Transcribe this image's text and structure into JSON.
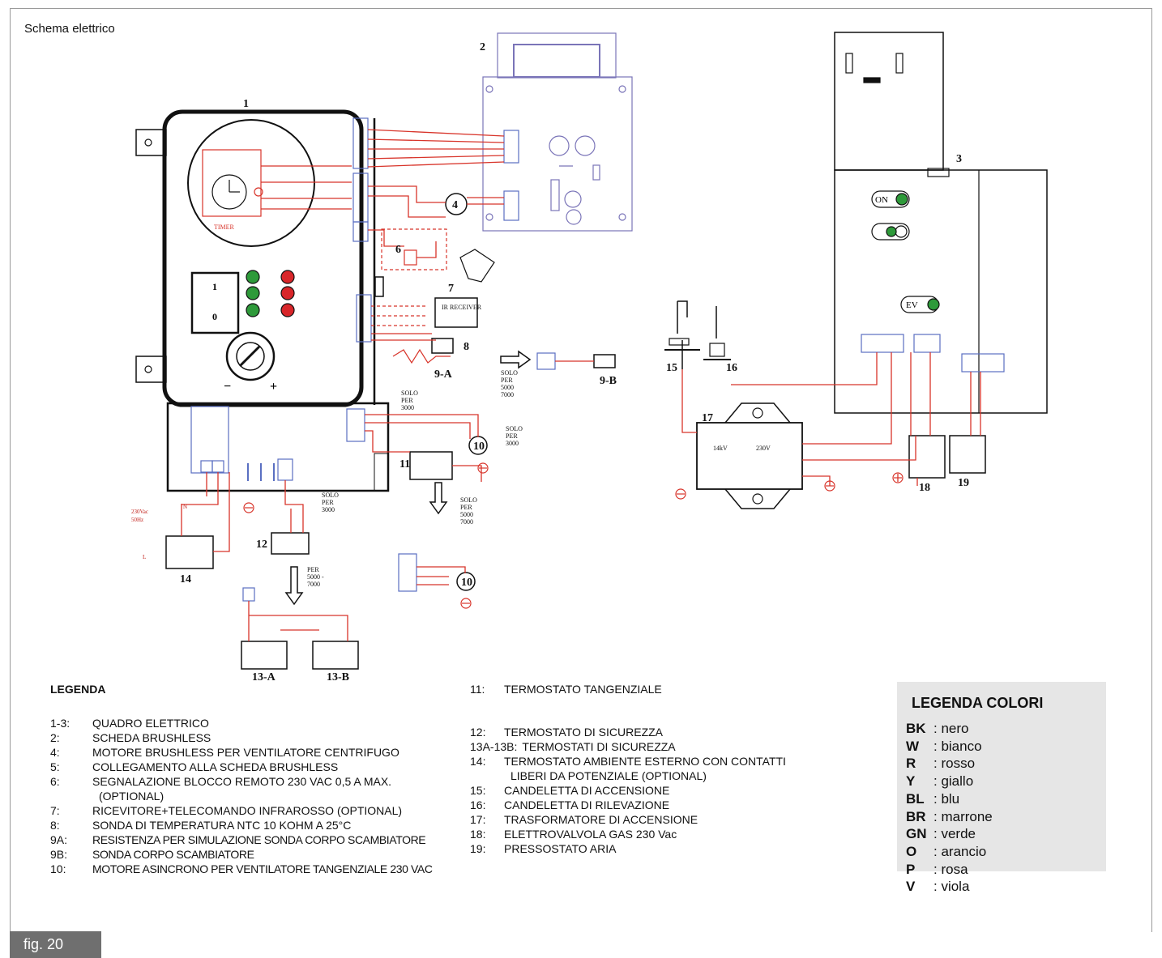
{
  "title": "Schema elettrico",
  "figure_tab": "fig. 20",
  "diagram_labels": {
    "n1": "1",
    "n2": "2",
    "n3": "3",
    "n4": "4",
    "n6": "6",
    "n7": "7",
    "n8": "8",
    "n9a": "9-A",
    "n9b": "9-B",
    "n10a": "10",
    "n10b": "10",
    "n11": "11",
    "n12": "12",
    "n13a": "13-A",
    "n13b": "13-B",
    "n14": "14",
    "n15": "15",
    "n16": "16",
    "n17": "17",
    "n18": "18",
    "n19": "19",
    "timer": "TIMER",
    "receiver": "IR RECEIVER",
    "on_label": "ON",
    "ev_label": "EV",
    "one": "1",
    "zero": "0",
    "minus": "−",
    "plus": "+",
    "mains": "230Vac",
    "mains_hz": "50Hz",
    "n_wire": "N",
    "l_wire": "L",
    "tr_140v": "14kV",
    "tr_230v": "230V",
    "solo_per_3000_a": [
      "SOLO",
      "PER",
      "3000"
    ],
    "solo_per_3000_b": [
      "SOLO",
      "PER",
      "3000"
    ],
    "solo_per_3000_c": [
      "SOLO",
      "PER",
      "3000"
    ],
    "solo_per_5000_7000_a": [
      "SOLO",
      "PER",
      "5000",
      "7000"
    ],
    "solo_per_5000_7000_b": [
      "SOLO",
      "PER",
      "5000",
      "7000"
    ],
    "per_5000_7000": [
      "PER",
      "5000 -",
      "7000"
    ]
  },
  "legend": {
    "heading": "LEGENDA",
    "items": [
      {
        "code": "1-3:",
        "text": "QUADRO ELETTRICO"
      },
      {
        "code": "2:",
        "text": "SCHEDA BRUSHLESS"
      },
      {
        "code": "4:",
        "text": "MOTORE BRUSHLESS PER VENTILATORE CENTRIFUGO"
      },
      {
        "code": "5:",
        "text": "COLLEGAMENTO ALLA SCHEDA BRUSHLESS"
      },
      {
        "code": "6:",
        "text": "SEGNALAZIONE BLOCCO REMOTO 230 VAC 0,5 A MAX."
      },
      {
        "code": "",
        "text": "(OPTIONAL)"
      },
      {
        "code": "7:",
        "text": "RICEVITORE+TELECOMANDO INFRAROSSO (OPTIONAL)"
      },
      {
        "code": "8:",
        "text": "SONDA DI TEMPERATURA NTC 10 KOHM A 25°C"
      },
      {
        "code": "9A:",
        "text": "RESISTENZA PER SIMULAZIONE SONDA CORPO SCAMBIATORE"
      },
      {
        "code": "9B:",
        "text": "SONDA CORPO SCAMBIATORE"
      },
      {
        "code": "10:",
        "text": "MOTORE ASINCRONO PER VENTILATORE TANGENZIALE 230 VAC"
      }
    ]
  },
  "legend2": {
    "items_top": [
      {
        "code": "11:",
        "text": "TERMOSTATO TANGENZIALE"
      }
    ],
    "items": [
      {
        "code": "12:",
        "text": "TERMOSTATO DI SICUREZZA"
      },
      {
        "code": "13A-13B:",
        "text": "TERMOSTATI DI SICUREZZA"
      },
      {
        "code": "14:",
        "text": "TERMOSTATO AMBIENTE ESTERNO CON CONTATTI"
      },
      {
        "code": "",
        "text": "LIBERI DA POTENZIALE (OPTIONAL)"
      },
      {
        "code": "15:",
        "text": "CANDELETTA DI ACCENSIONE"
      },
      {
        "code": "16:",
        "text": "CANDELETTA DI RILEVAZIONE"
      },
      {
        "code": "17:",
        "text": "TRASFORMATORE DI ACCENSIONE"
      },
      {
        "code": "18:",
        "text": "ELETTROVALVOLA GAS 230 Vac"
      },
      {
        "code": "19:",
        "text": "PRESSOSTATO ARIA"
      }
    ]
  },
  "color_legend": {
    "heading": "LEGENDA COLORI",
    "items": [
      {
        "code": "BK",
        "name": "nero"
      },
      {
        "code": "W",
        "name": "bianco"
      },
      {
        "code": "R",
        "name": "rosso"
      },
      {
        "code": "Y",
        "name": "giallo"
      },
      {
        "code": "BL",
        "name": "blu"
      },
      {
        "code": "BR",
        "name": "marrone"
      },
      {
        "code": "GN",
        "name": "verde"
      },
      {
        "code": "O",
        "name": "arancio"
      },
      {
        "code": "P",
        "name": "rosa"
      },
      {
        "code": "V",
        "name": "viola"
      }
    ]
  },
  "colors": {
    "wire": "#d8342a",
    "outline": "#111111",
    "connector_blue": "#5a6fc2",
    "board_purple": "#7a74b8",
    "led_green": "#2e9a3a",
    "led_red": "#d8262a",
    "legend_bg": "#e6e6e6",
    "tab_bg": "#6f6f6f"
  }
}
